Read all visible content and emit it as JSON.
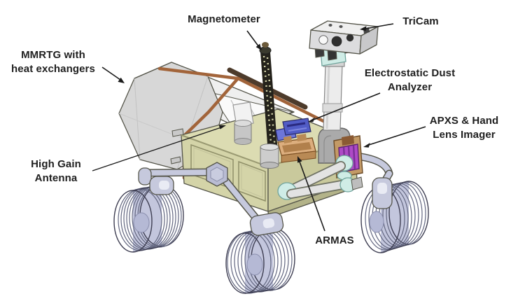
{
  "figure": {
    "description": "Labeled CAD illustration of a planetary rover with science instruments",
    "background": "#ffffff"
  },
  "labels": {
    "mmrtg": {
      "line1": "MMRTG with",
      "line2": "heat exchangers"
    },
    "magnetometer": {
      "line1": "Magnetometer"
    },
    "tricam": {
      "line1": "TriCam"
    },
    "eda": {
      "line1": "Electrostatic Dust",
      "line2": "Analyzer"
    },
    "apxs": {
      "line1": "APXS & Hand",
      "line2": "Lens Imager"
    },
    "hga": {
      "line1": "High Gain",
      "line2": "Antenna"
    },
    "armas": {
      "line1": "ARMAS"
    }
  },
  "colors": {
    "background": "#ffffff",
    "label_text": "#1f1f1f",
    "arrow": "#1a1a1a",
    "outline": "#55554a",
    "body_deck": "#dcdcb2",
    "body_front": "#d4d4a8",
    "body_side": "#c9c99c",
    "body_skirt": "#b3b389",
    "mmrtg_face": "#d7d7d7",
    "mmrtg_top": "#efefef",
    "mmrtg_ribs": "#fafafa",
    "copper": "#a2643a",
    "dark_bar": "#4d3b2b",
    "mast_truss": "#24221b",
    "mast_dot": "#d8d8ac",
    "tricam_column": "#ececec",
    "tricam_head": "#dcdcde",
    "tricam_foot": "#aaaaaa",
    "lens_dark": "#2f2f2f",
    "wheel_face": "#d8daec",
    "wheel_barrel": "#c3c6dd",
    "wheel_hub": "#b5b9d5",
    "wheel_line": "#636780",
    "wheel_outline": "#3e3e52",
    "suspension": "#c6c9dd",
    "arm_tube": "#e3e3e3",
    "arm_joint": "#cfece6",
    "eda_blue": "#515cc6",
    "eda_blue_light": "#6d76d8",
    "armas_tan": "#dcae7e",
    "armas_tan_dark": "#b98a55",
    "apxs_purple": "#ae4ac6",
    "apxs_frame": "#c39a66",
    "hga_canister": "#c6c6c6",
    "hga_flap": "#f2f2f2"
  }
}
